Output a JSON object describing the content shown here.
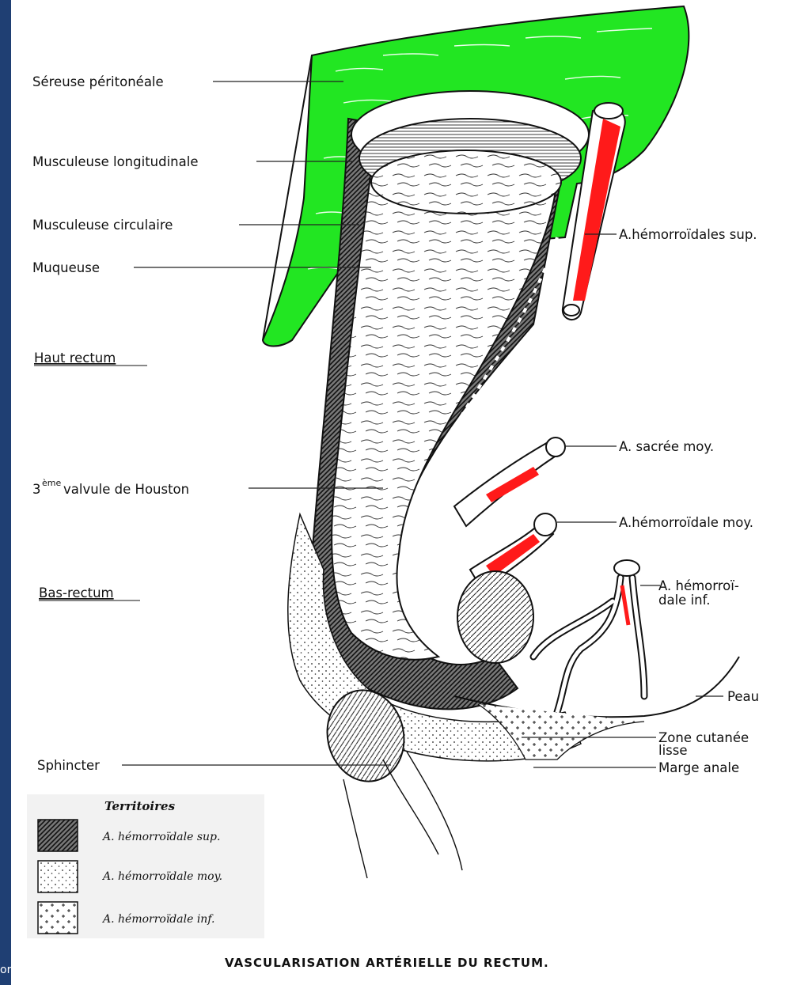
{
  "labels": {
    "sereuse": "Séreuse péritonéale",
    "musc_long": "Musculeuse longitudinale",
    "musc_circ": "Musculeuse circulaire",
    "muqueuse": "Muqueuse",
    "haut_rectum": "Haut rectum",
    "valvule_exp": "ème",
    "valvule_base": "3",
    "valvule_rest": "valvule de Houston",
    "bas_rectum": "Bas-rectum",
    "sphincter": "Sphincter",
    "a_hem_sup": "A.hémorroïdales sup.",
    "a_sacree": "A. sacrée moy.",
    "a_hem_moy": "A.hémorroïdale moy.",
    "a_hem_inf_1": "A. hémorroï-",
    "a_hem_inf_2": "dale inf.",
    "peau": "Peau",
    "zone_1": "Zone cutanée",
    "zone_2": "lisse",
    "marge": "Marge anale"
  },
  "legend": {
    "title": "Territoires",
    "items": [
      {
        "label": "A. hémorroïdale sup.",
        "pattern": "dark-hatch"
      },
      {
        "label": "A. hémorroïdale moy.",
        "pattern": "dots"
      },
      {
        "label": "A. hémorroïdale inf.",
        "pattern": "crosses"
      }
    ]
  },
  "caption": "VASCULARISATION ARTÉRIELLE DU RECTUM.",
  "corner_text": "or",
  "colors": {
    "serosa": "#22e622",
    "artery": "#ff1a1a",
    "background": "#1f3f73"
  }
}
